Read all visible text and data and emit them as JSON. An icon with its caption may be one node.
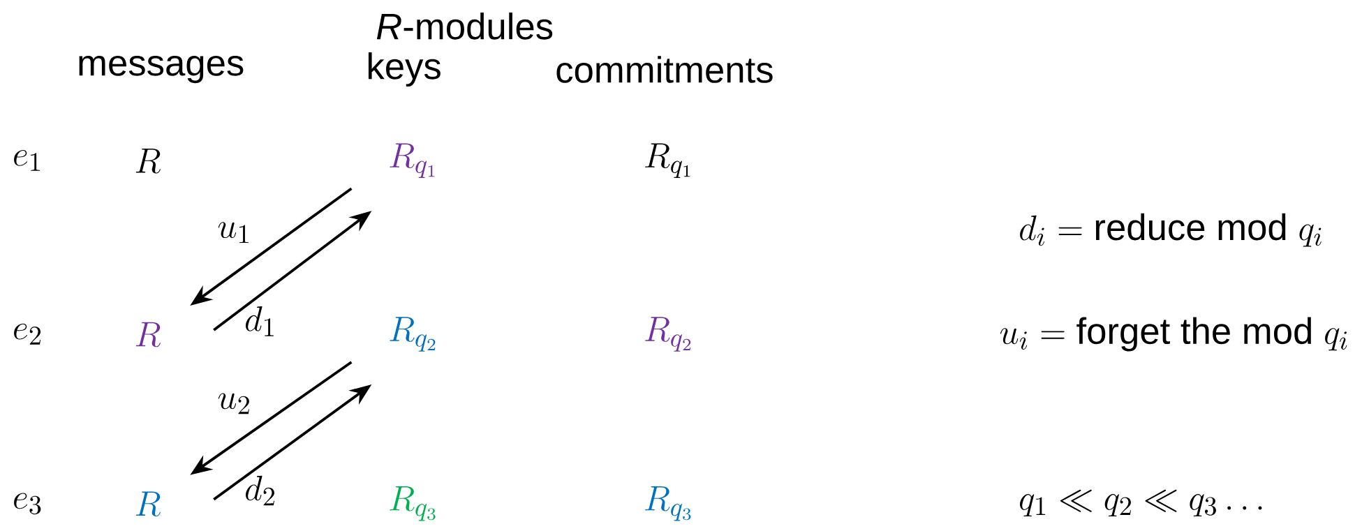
{
  "diagram": {
    "nodes": [
      {
        "text": [
          "R_{q_1}"
        ]
      },
      {
        "text": [
          "R"
        ]
      },
      {
        "text": [
          "R_{q_2}"
        ]
      },
      {
        "text": [
          "R"
        ]
      }
    ],
    "edges": [
      {
        "from": 0,
        "to": 1,
        "arrow": "to",
        "label": "u_1"
      },
      {
        "from": 1,
        "to": 0,
        "arrow": "to",
        "label": "d_1"
      },
      {
        "from": 2,
        "to": 3,
        "arrow": "to",
        "label": "u_2"
      },
      {
        "from": 3,
        "to": 2,
        "arrow": "to",
        "label": "d_2"
      }
    ],
    "labels": [
      "*R*-modules",
      "messages",
      "keys",
      "commitments",
      "e_1",
      "R",
      "R_{q_1}",
      "d_i = \\text{reduce mod } q_i",
      "e_2",
      "R_{q_2}",
      "u_i = \\text{forget the mod } q_i",
      "e_3",
      "R_{q_3}",
      "R_{q_3}",
      "q_1 \\ll q_2 \\ll q_3 \\ldots"
    ]
  }
}
